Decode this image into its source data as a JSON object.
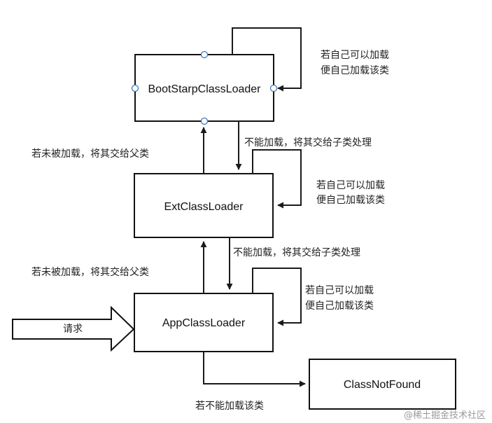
{
  "nodes": {
    "bootstrap": "BootStarpClassLoader",
    "ext": "ExtClassLoader",
    "app": "AppClassLoader",
    "notfound": "ClassNotFound"
  },
  "labels": {
    "self_load_line1": "若自己可以加载",
    "self_load_line2": "便自己加载该类",
    "delegate_up": "若未被加载，将其交给父类",
    "delegate_down": "不能加载，将其交给子类处理",
    "request": "请求",
    "cannot_load": "若不能加载该类"
  },
  "watermark": "@稀土掘金技术社区"
}
